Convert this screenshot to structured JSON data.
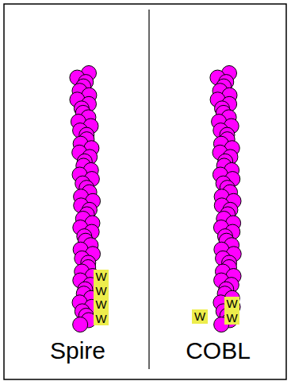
{
  "diagram": {
    "nodes": [
      {
        "text": [
          "W"
        ]
      },
      {
        "text": [
          "W"
        ]
      },
      {
        "text": [
          "W"
        ]
      },
      {
        "text": [
          "W"
        ]
      },
      {
        "text": [
          "W"
        ]
      },
      {
        "text": [
          "W"
        ]
      },
      {
        "text": [
          "W"
        ]
      }
    ],
    "labels": [
      "Spire",
      "COBL"
    ]
  }
}
